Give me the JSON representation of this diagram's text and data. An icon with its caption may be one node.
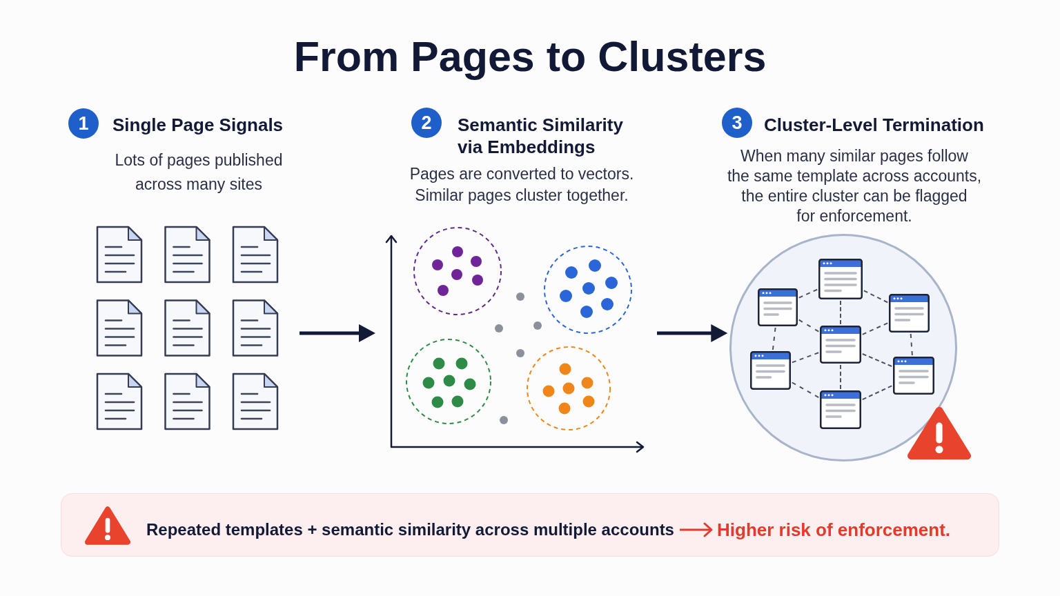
{
  "diagram": {
    "title": "From Pages to Clusters",
    "nodes": [
      {
        "text": [
          "1"
        ]
      },
      {
        "text": [
          "2"
        ]
      },
      {
        "text": [
          "3"
        ]
      },
      {
        "text": [],
        "shape": "picture"
      },
      {
        "text": [],
        "shape": "picture"
      },
      {
        "text": [],
        "shape": "circle"
      },
      {
        "text": [],
        "shape": "picture",
        "in": 5
      },
      {
        "text": [],
        "shape": "picture",
        "in": 5
      },
      {
        "text": [],
        "shape": "picture",
        "in": 5
      },
      {
        "text": [],
        "shape": "picture",
        "in": 5
      },
      {
        "text": [],
        "shape": "picture",
        "in": 5
      },
      {
        "text": [],
        "shape": "picture",
        "in": 5
      },
      {
        "text": [],
        "shape": "picture",
        "in": 5
      },
      {
        "text": [],
        "shape": "box"
      },
      {
        "text": [
          "Repeated templates + semantic similarity across multiple accounts"
        ],
        "in": 13
      },
      {
        "text": [
          "Higher risk of enforcement."
        ],
        "in": 13
      }
    ],
    "edges": [
      {
        "from": 3,
        "to": 4,
        "arrow": "to",
        "style": "thick",
        "color": "#121a36"
      },
      {
        "from": 4,
        "to": 5,
        "arrow": "to",
        "style": "thick",
        "color": "#121a36"
      },
      {
        "from": 7,
        "to": 6,
        "arrow": "none",
        "style": "dashed"
      },
      {
        "from": 6,
        "to": 8,
        "arrow": "none",
        "style": "dashed"
      },
      {
        "from": 6,
        "to": 9,
        "arrow": "none",
        "style": "dashed"
      },
      {
        "from": 7,
        "to": 9,
        "arrow": "none",
        "style": "dashed"
      },
      {
        "from": 8,
        "to": 9,
        "arrow": "none",
        "style": "dashed"
      },
      {
        "from": 7,
        "to": 10,
        "arrow": "none",
        "style": "dashed"
      },
      {
        "from": 8,
        "to": 11,
        "arrow": "none",
        "style": "dashed"
      },
      {
        "from": 9,
        "to": 10,
        "arrow": "none",
        "style": "dashed"
      },
      {
        "from": 9,
        "to": 11,
        "arrow": "none",
        "style": "dashed"
      },
      {
        "from": 9,
        "to": 12,
        "arrow": "none",
        "style": "dashed"
      },
      {
        "from": 10,
        "to": 12,
        "arrow": "none",
        "style": "dashed"
      },
      {
        "from": 11,
        "to": 12,
        "arrow": "none",
        "style": "dashed"
      },
      {
        "from": 14,
        "to": 15,
        "arrow": "to",
        "color": "#e23b2b"
      }
    ],
    "labels": [
      "Single Page Signals",
      "Lots of pages published across many sites",
      "Semantic Similarity via Embeddings",
      "Pages are converted to vectors. Similar pages cluster together.",
      "Cluster-Level Termination",
      "When many similar pages follow the same template across accounts, the entire cluster can be flagged for enforcement."
    ]
  }
}
